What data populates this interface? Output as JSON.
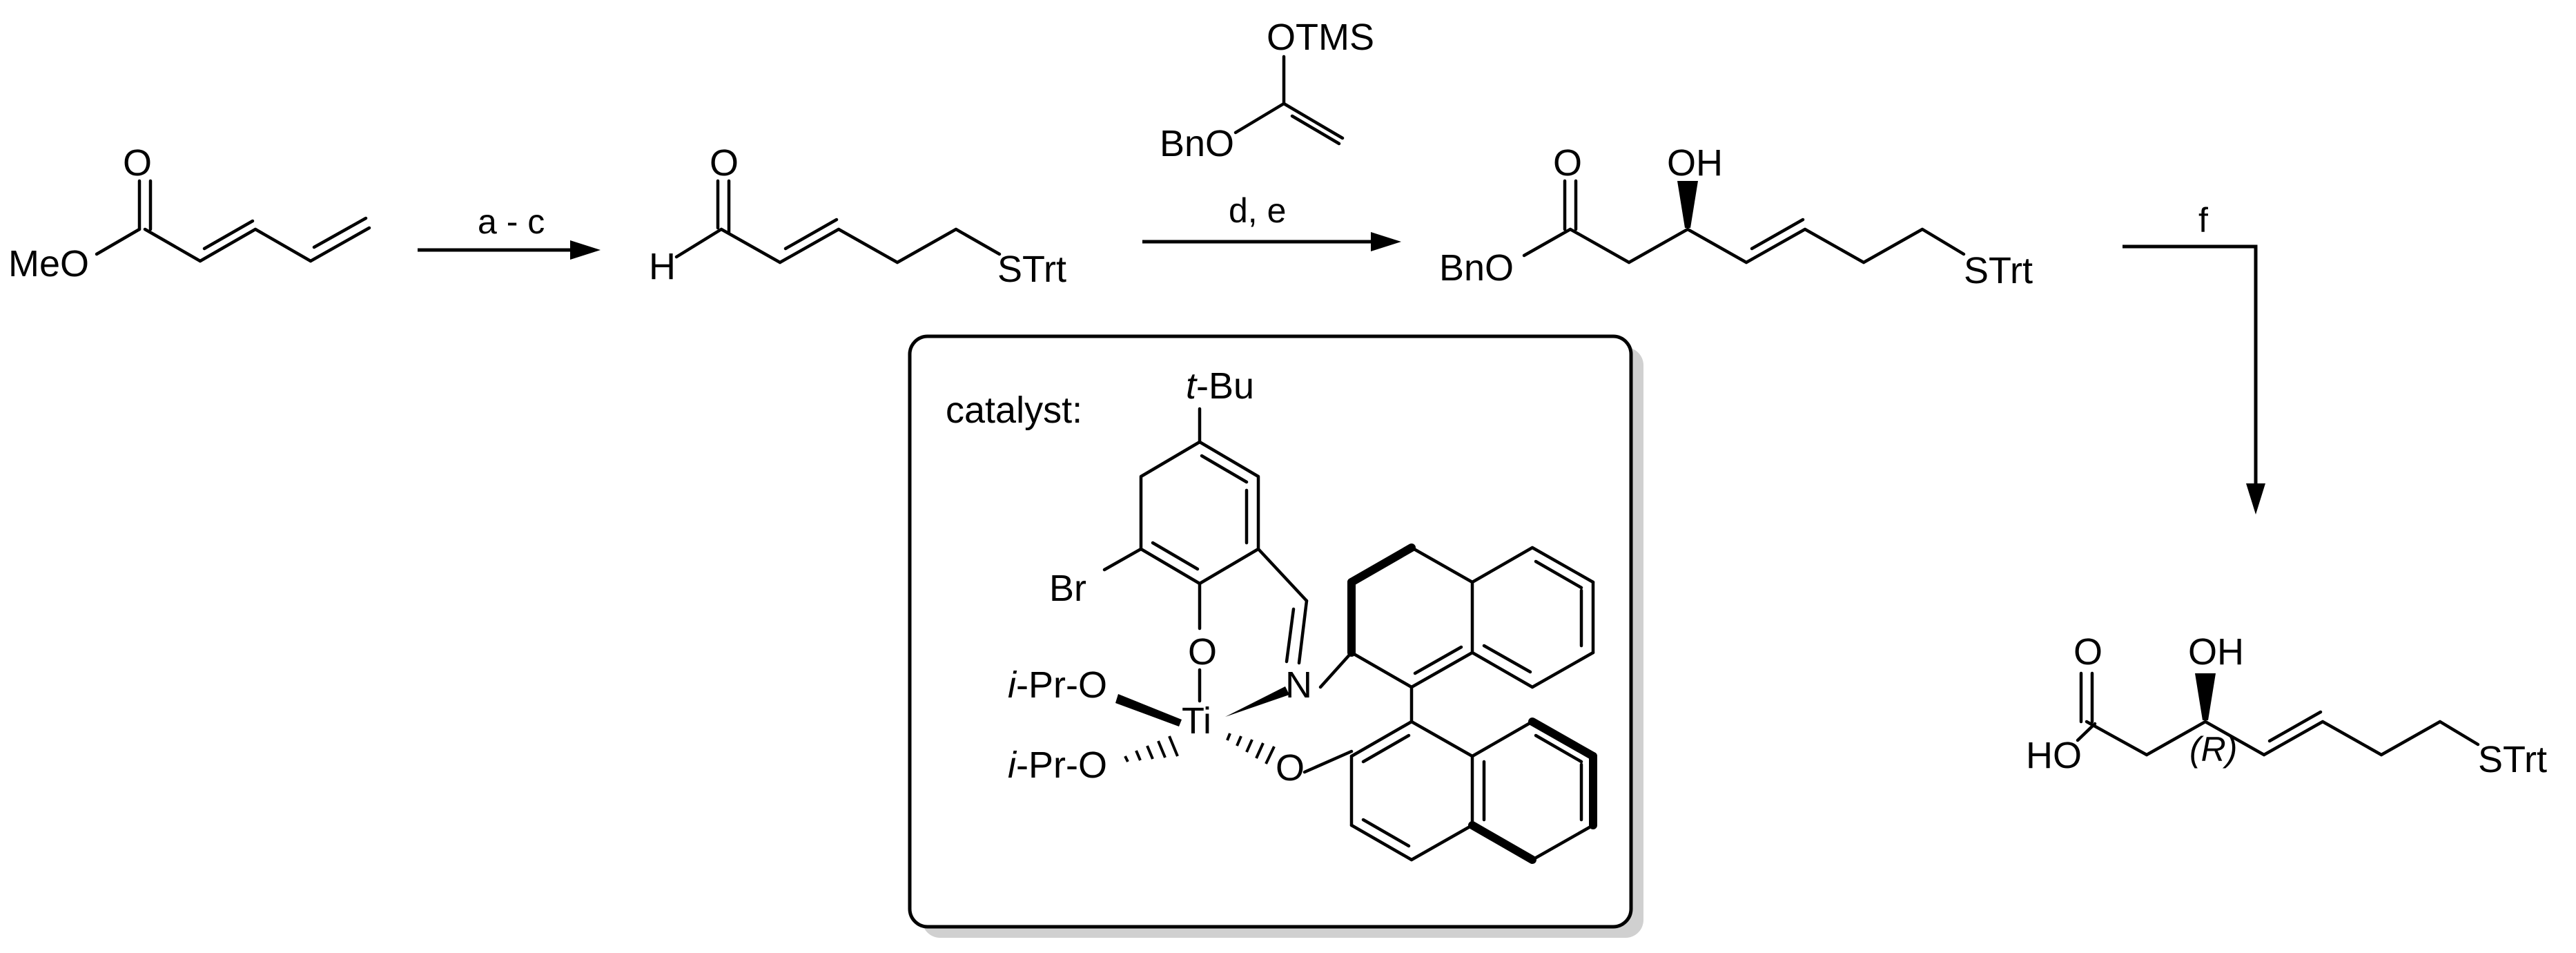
{
  "reagents": {
    "step1": "a - c",
    "step2": "d, e",
    "step3": "f"
  },
  "atoms": {
    "o": "O",
    "oh": "OH",
    "meo": "MeO",
    "bno": "BnO",
    "ho": "HO",
    "h": "H",
    "strt": "STrt",
    "otms": "OTMS",
    "stereo_r": "(R)"
  },
  "catalyst": {
    "title": "catalyst:",
    "tbu_t": "t",
    "tbu_rest": "-Bu",
    "br": "Br",
    "o": "O",
    "n": "N",
    "ti": "Ti",
    "ipr_i": "i",
    "ipr_rest": "-Pr-O"
  }
}
